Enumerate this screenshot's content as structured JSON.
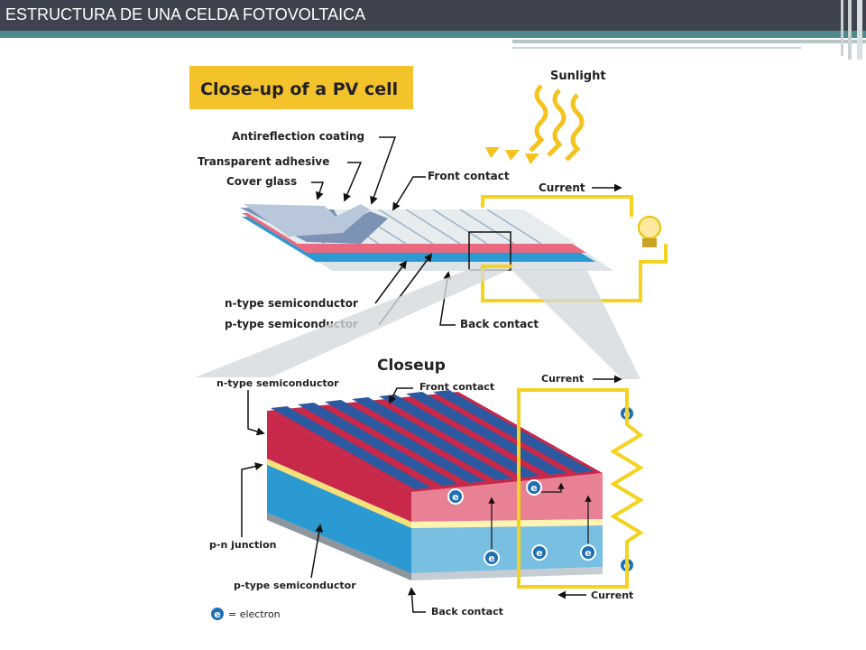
{
  "slide": {
    "title": "ESTRUCTURA DE UNA CELDA FOTOVOLTAICA"
  },
  "diagram": {
    "heading": "Close-up of a PV cell",
    "sunlight": "Sunlight",
    "current_top": "Current",
    "labels_top": {
      "antireflection": "Antireflection coating",
      "adhesive": "Transparent adhesive",
      "cover_glass": "Cover glass",
      "front_contact": "Front contact",
      "n_type": "n-type semiconductor",
      "p_type": "p-type semiconductor",
      "back_contact": "Back contact"
    },
    "closeup_heading": "Closeup",
    "labels_bottom": {
      "n_type": "n-type semiconductor",
      "front_contact": "Front contact",
      "current_top": "Current",
      "pn_junction": "p-n junction",
      "p_type": "p-type semiconductor",
      "back_contact": "Back contact",
      "current_bottom": "Current"
    },
    "electron_symbol": "e",
    "legend": "= electron",
    "colors": {
      "highlight": "#f4c22b",
      "n_layer": "#c8294b",
      "p_layer": "#2b9ad3",
      "wire": "#f5d21e"
    }
  }
}
